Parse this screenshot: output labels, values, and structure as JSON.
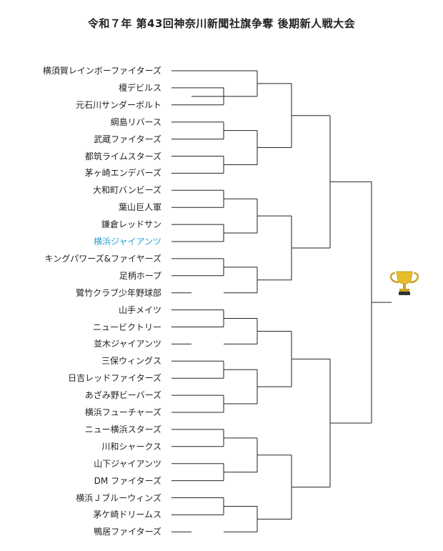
{
  "title": "令和７年 第43回神奈川新聞社旗争奪 後期新人戦大会",
  "highlight_color": "#2a9fd6",
  "trophy_icon": "trophy-icon",
  "teams": [
    {
      "name": "横須賀レインボーファイターズ"
    },
    {
      "name": "榎デビルス"
    },
    {
      "name": "元石川サンダーボルト"
    },
    {
      "name": "綱島リバース"
    },
    {
      "name": "武蔵ファイターズ"
    },
    {
      "name": "都筑ライムスターズ"
    },
    {
      "name": "茅ヶ崎エンデバーズ"
    },
    {
      "name": "大和町バンビーズ"
    },
    {
      "name": "葉山巨人軍"
    },
    {
      "name": "鎌倉レッドサン"
    },
    {
      "name": "横浜ジャイアンツ",
      "highlight": true
    },
    {
      "name": "キングパワーズ&ファイヤーズ"
    },
    {
      "name": "足柄ホープ"
    },
    {
      "name": "鷺竹クラブ少年野球部"
    },
    {
      "name": "山手メイツ"
    },
    {
      "name": "ニュービクトリー"
    },
    {
      "name": "並木ジャイアンツ"
    },
    {
      "name": "三保ウィングス"
    },
    {
      "name": "日吉レッドファイターズ"
    },
    {
      "name": "あざみ野ビーバーズ"
    },
    {
      "name": "横浜フューチャーズ"
    },
    {
      "name": "ニュー横浜スターズ"
    },
    {
      "name": "川和シャークス"
    },
    {
      "name": "山下ジャイアンツ"
    },
    {
      "name": "DM ファイターズ"
    },
    {
      "name": "横浜Ｊブルーウィンズ"
    },
    {
      "name": "茅ケ崎ドリームス"
    },
    {
      "name": "鴨居ファイターズ"
    }
  ]
}
